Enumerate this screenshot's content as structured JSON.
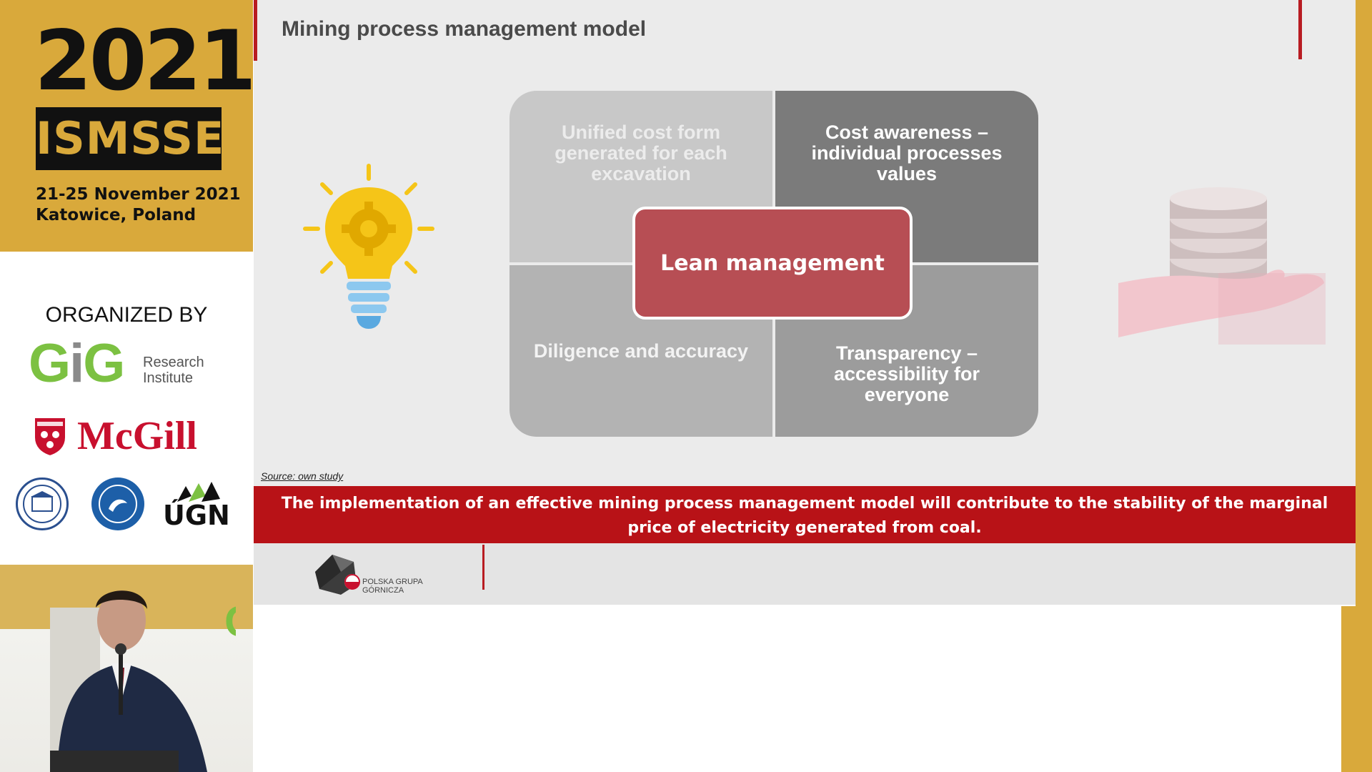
{
  "event": {
    "year": "2021",
    "name": "ISMSSE",
    "dates_line1": "21-25 November 2021",
    "dates_line2": "Katowice, Poland"
  },
  "organizers": {
    "heading": "ORGANIZED BY",
    "gig": {
      "letters_g1": "G",
      "letters_i": "i",
      "letters_g2": "G",
      "sub1": "Research",
      "sub2": "Institute"
    },
    "mcgill": "McGill",
    "ugn": "ÚGN"
  },
  "slide": {
    "title": "Mining process management model",
    "quadrants": {
      "top_left": "Unified cost form generated for each excavation",
      "top_right": "Cost awareness – individual processes values",
      "bottom_left": "Diligence and accuracy",
      "bottom_right": "Transparency – accessibility for everyone"
    },
    "center": "Lean management",
    "source": "Source: own study",
    "conclusion": "The implementation of an effective mining process management model will contribute to the stability of the marginal price of electricity generated from coal.",
    "footer_logo_line1": "POLSKA GRUPA",
    "footer_logo_line2": "GÓRNICZA"
  },
  "colors": {
    "gold": "#d9a93b",
    "brand_red": "#b81217",
    "lean_red": "#b74e54",
    "gig_green": "#7cc142",
    "mcgill_red": "#c8102e"
  },
  "icons": [
    "lightbulb-gear-icon",
    "coins-hand-icon",
    "pgg-logo-icon",
    "mcgill-crest-icon"
  ]
}
